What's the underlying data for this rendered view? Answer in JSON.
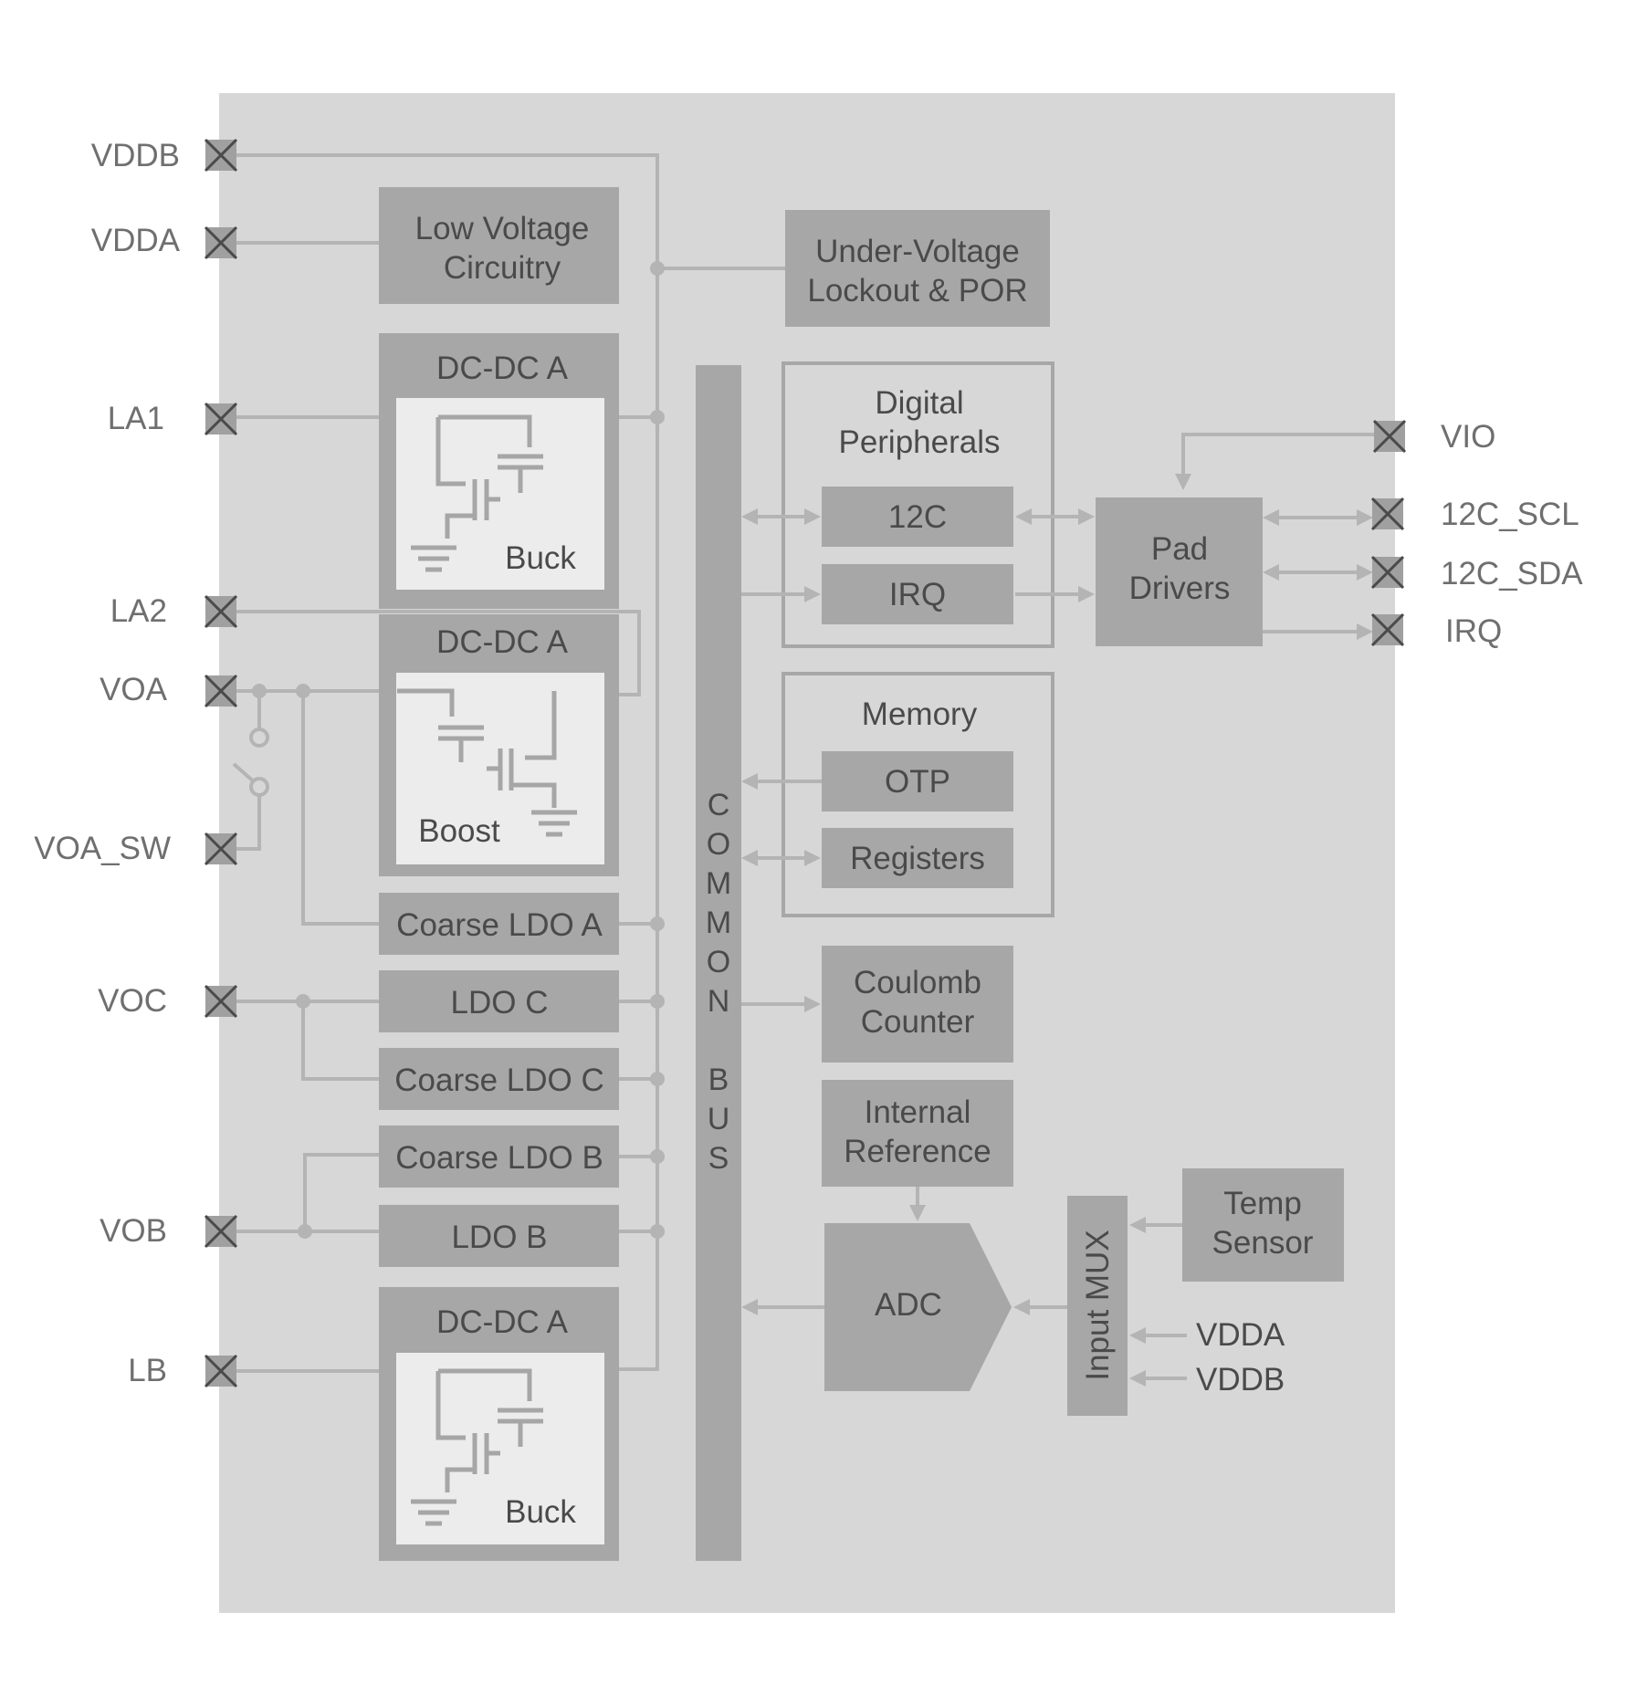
{
  "pins_left": {
    "vddb": "VDDB",
    "vdda": "VDDA",
    "la1": "LA1",
    "la2": "LA2",
    "voa": "VOA",
    "voa_sw": "VOA_SW",
    "voc": "VOC",
    "vob": "VOB",
    "lb": "LB"
  },
  "pins_right": {
    "vio": "VIO",
    "i2c_scl": "12C_SCL",
    "i2c_sda": "12C_SDA",
    "irq": "IRQ"
  },
  "blocks": {
    "low_voltage": [
      "Low Voltage",
      "Circuitry"
    ],
    "uvlo": [
      "Under-Voltage",
      "Lockout & POR"
    ],
    "dcdc_a_1": "DC-DC A",
    "buck_1": "Buck",
    "dcdc_a_2": "DC-DC A",
    "boost": "Boost",
    "coarse_ldo_a": "Coarse LDO A",
    "ldo_c": "LDO C",
    "coarse_ldo_c": "Coarse LDO C",
    "coarse_ldo_b": "Coarse LDO B",
    "ldo_b": "LDO B",
    "dcdc_a_3": "DC-DC A",
    "buck_2": "Buck",
    "digital_peripherals": [
      "Digital",
      "Peripherals"
    ],
    "i2c": "12C",
    "irq": "IRQ",
    "pad_drivers": [
      "Pad",
      "Drivers"
    ],
    "memory": "Memory",
    "otp": "OTP",
    "registers": "Registers",
    "coulomb_counter": [
      "Coulomb",
      "Counter"
    ],
    "internal_reference": [
      "Internal",
      "Reference"
    ],
    "adc": "ADC",
    "input_mux": "Input MUX",
    "temp_sensor": [
      "Temp",
      "Sensor"
    ],
    "mux_vdda": "VDDA",
    "mux_vddb": "VDDB"
  },
  "common_bus": [
    "C",
    "O",
    "M",
    "M",
    "O",
    "N",
    "B",
    "U",
    "S"
  ],
  "colors": {
    "chip_background": "#d6d7d6",
    "block_fill": "#a7a7a7",
    "inner_panel": "#ececec",
    "wire": "#b4b4b4",
    "pin_label": "#6f6f6f",
    "block_text": "#4a4a4a"
  },
  "icons": {
    "pin_marker": "x-box-icon",
    "transistor": "mosfet-icon",
    "ground": "ground-icon",
    "switch": "switch-icon"
  }
}
